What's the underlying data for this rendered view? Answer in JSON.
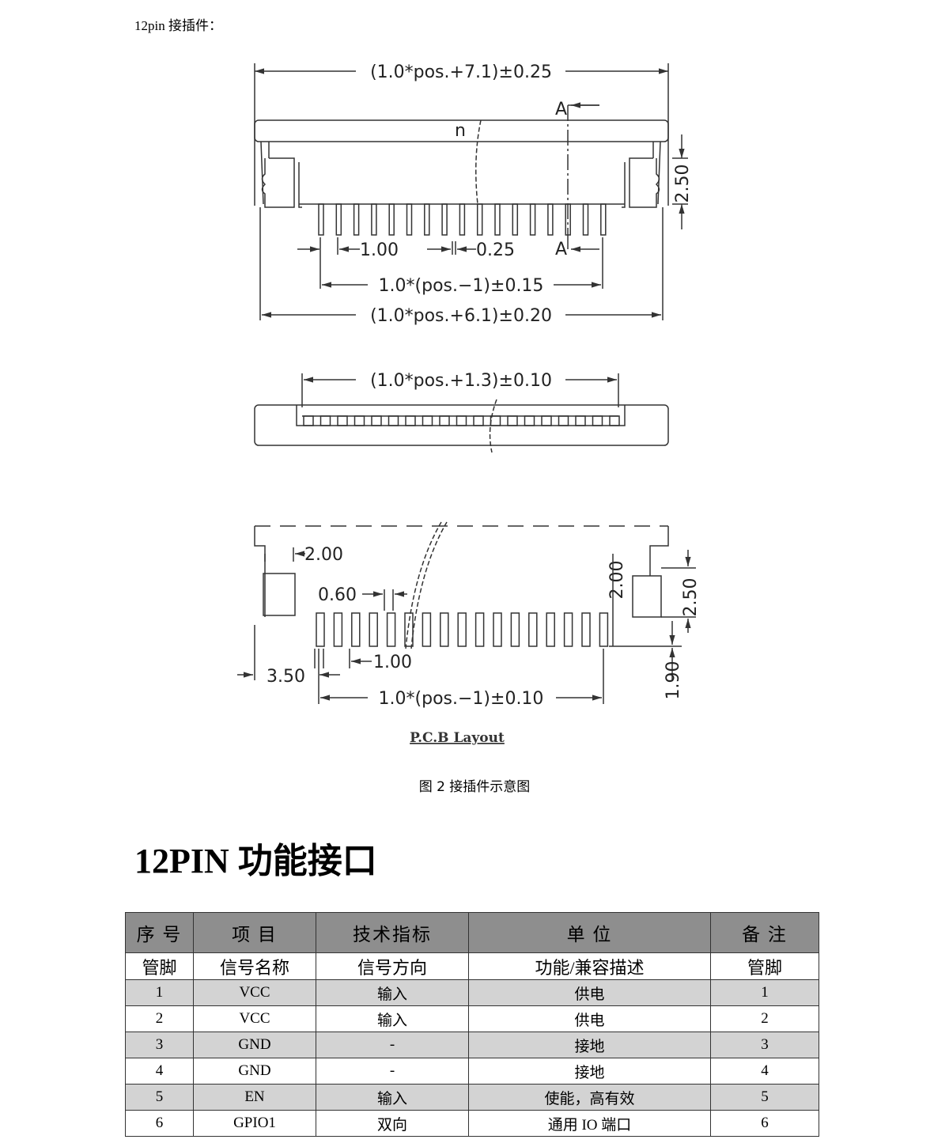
{
  "intro": "12pin 接插件：",
  "figure": {
    "dims": {
      "top_overall": "(1.0*pos.+7.1)±0.25",
      "n_label": "n",
      "section_a": "A",
      "height_250": "2.50",
      "pitch": "1.00",
      "pin_width": "0.25",
      "pin_span": "1.0*(pos.−1)±0.15",
      "body_width": "(1.0*pos.+6.1)±0.20",
      "slot_width": "(1.0*pos.+1.3)±0.10",
      "pcb_200_h": "2.00",
      "pcb_060": "0.60",
      "pcb_200_v": "2.00",
      "pcb_250_v": "2.50",
      "pcb_100": "1.00",
      "pcb_350": "3.50",
      "pcb_190": "1.90",
      "pcb_span": "1.0*(pos.−1)±0.10",
      "pcb_title": "P.C.B Layout"
    },
    "caption": "图 2  接插件示意图"
  },
  "heading": "12PIN 功能接口",
  "table": {
    "header1": [
      "序 号",
      "项 目",
      "技术指标",
      "单 位",
      "备 注"
    ],
    "header2": [
      "管脚",
      "信号名称",
      "信号方向",
      "功能/兼容描述",
      "管脚"
    ],
    "rows": [
      [
        "1",
        "VCC",
        "输入",
        "供电",
        "1"
      ],
      [
        "2",
        "VCC",
        "输入",
        "供电",
        "2"
      ],
      [
        "3",
        "GND",
        "-",
        "接地",
        "3"
      ],
      [
        "4",
        "GND",
        "-",
        "接地",
        "4"
      ],
      [
        "5",
        "EN",
        "输入",
        "使能，高有效",
        "5"
      ],
      [
        "6",
        "GPIO1",
        "双向",
        "通用 IO 端口",
        "6"
      ]
    ]
  }
}
